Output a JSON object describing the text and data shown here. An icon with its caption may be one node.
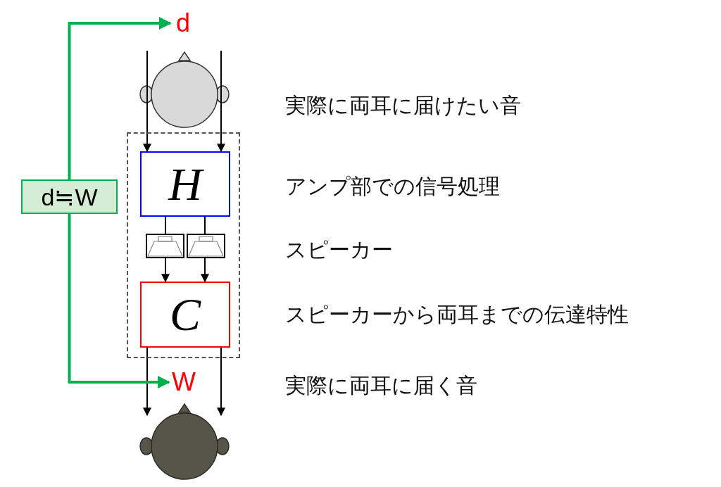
{
  "diagram": {
    "nodes": [
      {
        "text": [
          "d"
        ]
      },
      {
        "text": [],
        "shape": "box"
      },
      {
        "text": [
          "H"
        ],
        "in": 1
      },
      {
        "text": [],
        "shape": "speaker",
        "in": 1
      },
      {
        "text": [],
        "shape": "speaker",
        "in": 1
      },
      {
        "text": [
          "C"
        ],
        "in": 1
      },
      {
        "text": [
          "W"
        ]
      },
      {
        "text": [
          "d≒W"
        ]
      },
      {
        "text": [],
        "shape": "person"
      }
    ],
    "edges": [
      {
        "from": null,
        "to": 2,
        "arrow": "to"
      },
      {
        "from": null,
        "to": 2,
        "arrow": "to"
      },
      {
        "from": 2,
        "to": 3,
        "arrow": "none"
      },
      {
        "from": 2,
        "to": 4,
        "arrow": "none"
      },
      {
        "from": 3,
        "to": 5,
        "arrow": "to"
      },
      {
        "from": 4,
        "to": 5,
        "arrow": "to"
      },
      {
        "from": 5,
        "to": 8,
        "arrow": "to"
      },
      {
        "from": 5,
        "to": 8,
        "arrow": "to"
      },
      {
        "from": 7,
        "to": 0,
        "arrow": "to",
        "style": "thick",
        "color": "#00b050"
      },
      {
        "from": 7,
        "to": 6,
        "arrow": "to",
        "style": "thick",
        "color": "#00b050"
      }
    ],
    "labels": [
      "実際に両耳に届けたい音",
      "アンプ部での信号処理",
      "スピーカー",
      "スピーカーから両耳までの伝達特性",
      "実際に両耳に届く音"
    ]
  }
}
